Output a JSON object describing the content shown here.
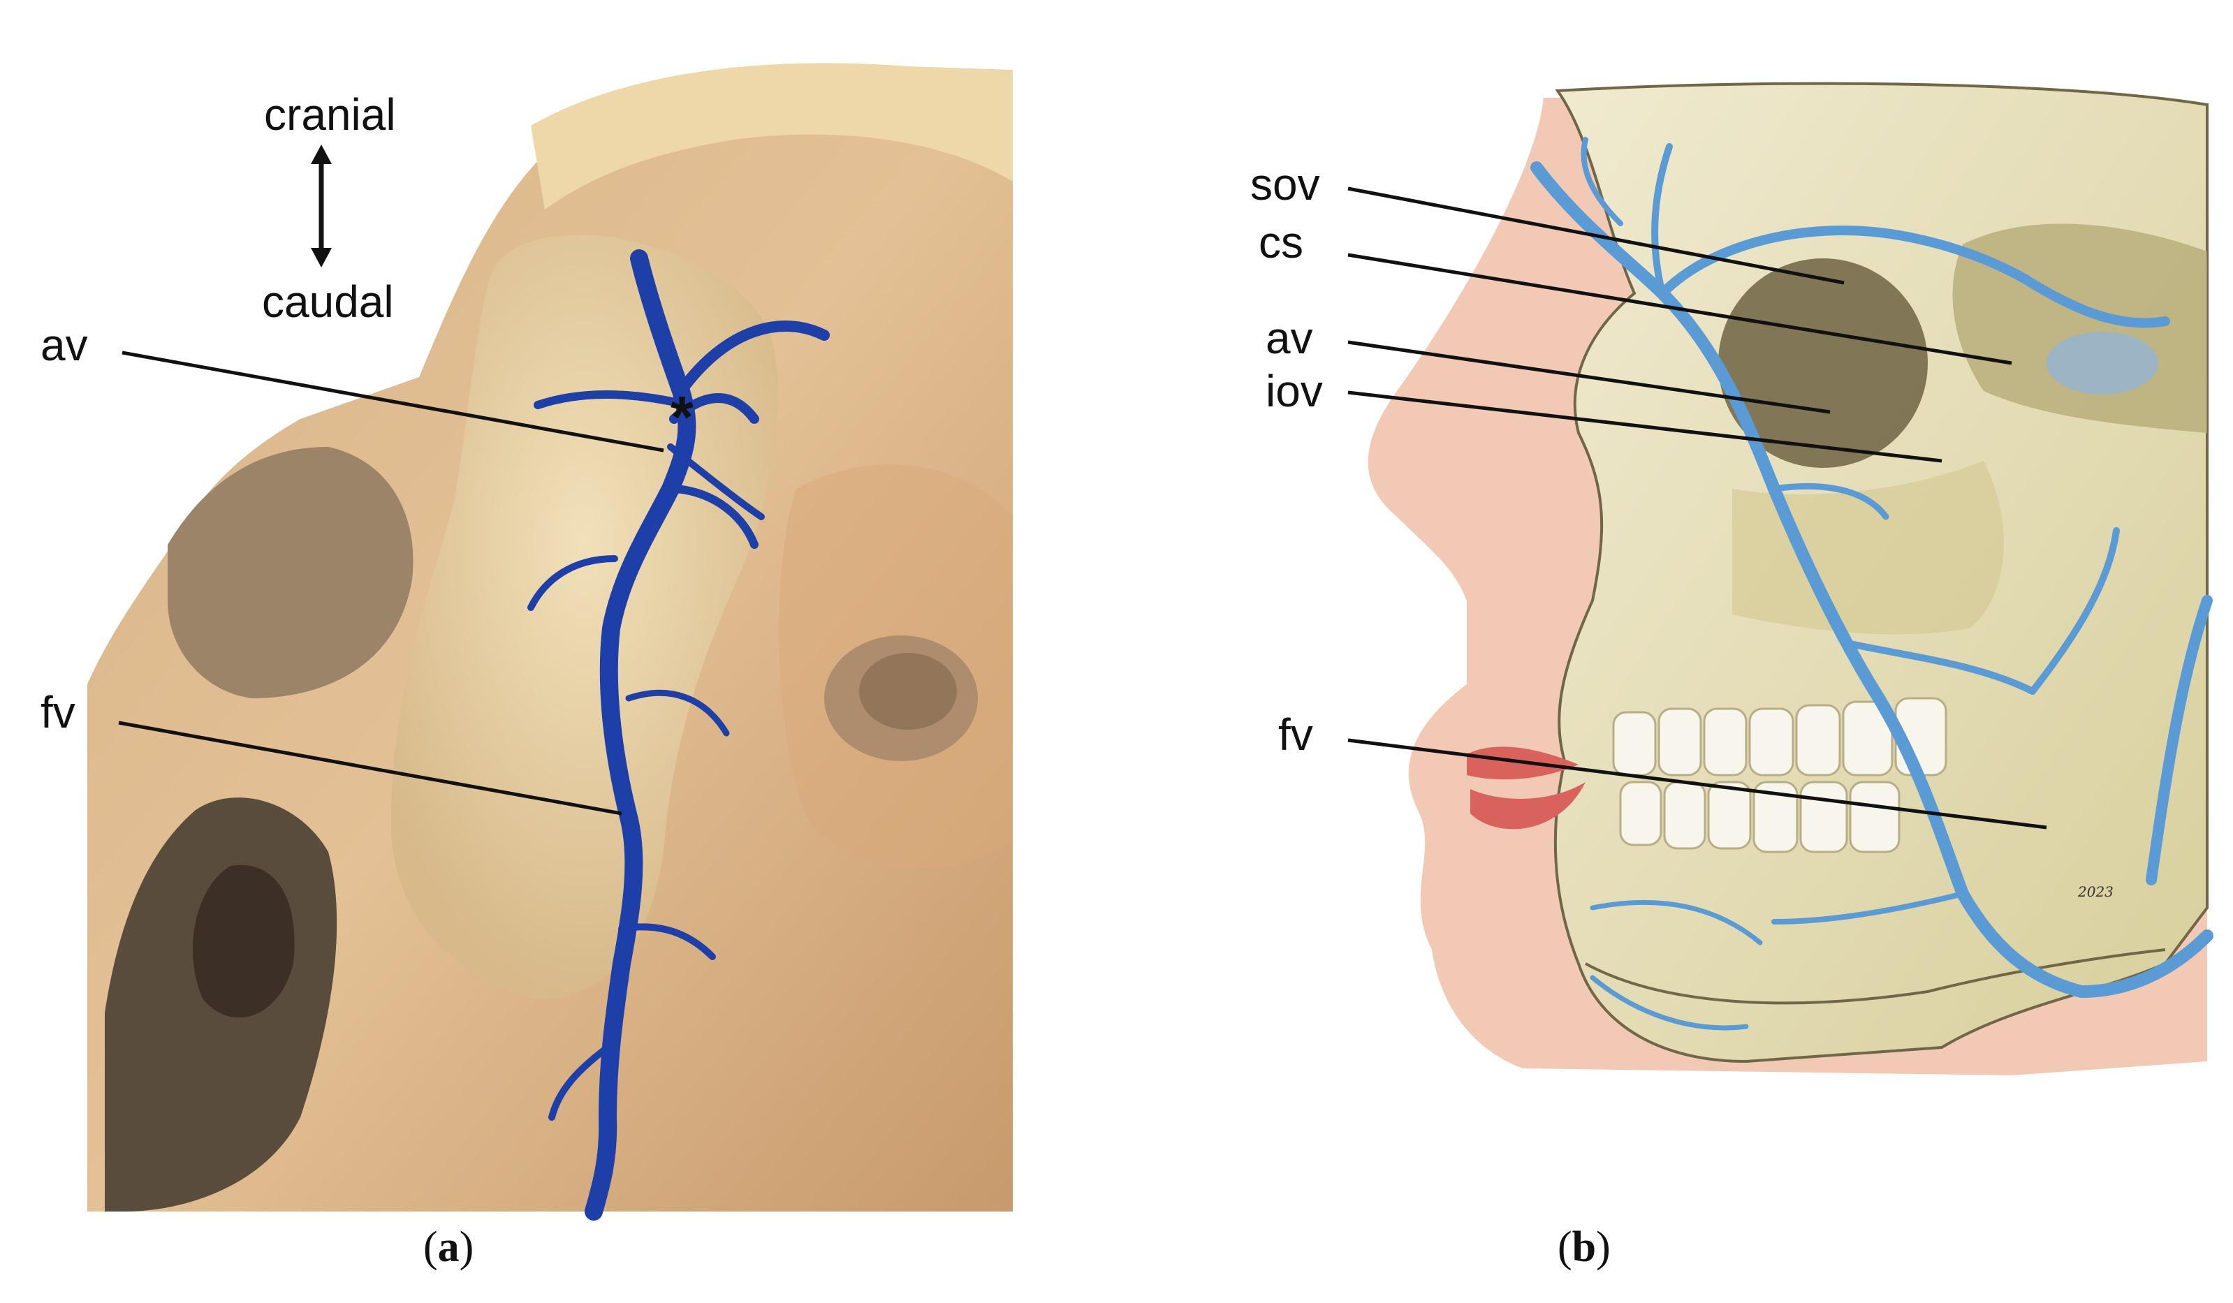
{
  "panel_a": {
    "orientation": {
      "top": "cranial",
      "bottom": "caudal"
    },
    "labels": {
      "av": "av",
      "fv": "fv",
      "asterisk": "*"
    },
    "caption": {
      "open": "(",
      "letter": "a",
      "close": ")"
    }
  },
  "panel_b": {
    "labels": {
      "sov": "sov",
      "cs": "cs",
      "av": "av",
      "iov": "iov",
      "fv": "fv"
    },
    "signature_year": "2023",
    "caption": {
      "open": "(",
      "letter": "b",
      "close": ")"
    }
  },
  "colors": {
    "vein_blue": "#1e3fa8",
    "illustration_vein": "#5b9bd5",
    "bone": "#e9e2b8",
    "skin": "#f2c9b4"
  }
}
